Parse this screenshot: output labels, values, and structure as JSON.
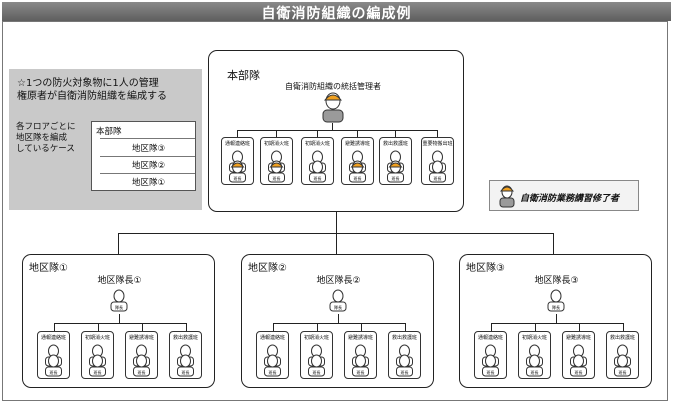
{
  "title": "自衛消防組織の編成例",
  "info": {
    "note_line1": "☆1つの防火対象物に1人の管理",
    "note_line2": "権原者が自衛消防組織を編成する",
    "case_line1": "各フロアごとに",
    "case_line2": "地区隊を編成",
    "case_line3": "しているケース",
    "rows": [
      "本部隊",
      "地区隊③",
      "地区隊②",
      "地区隊①"
    ]
  },
  "hq": {
    "label": "本部隊",
    "leader": "自衛消防組織の統括管理者",
    "units": [
      "通報連絡班",
      "初期消火班",
      "初期消火班",
      "避難誘導班",
      "救出救護班",
      "重要物搬出班"
    ],
    "badges": [
      "班長",
      "班長",
      "班長",
      "班長",
      "班長",
      "班長"
    ]
  },
  "legend": {
    "label": "自衛消防業務講習修了者"
  },
  "districts": [
    {
      "label": "地区隊①",
      "leader": "地区隊長①",
      "leader_badge": "隊長",
      "units": [
        "通報連絡班",
        "初期消火班",
        "避難誘導班",
        "救出救護班"
      ],
      "badge": "班長"
    },
    {
      "label": "地区隊②",
      "leader": "地区隊長②",
      "leader_badge": "隊長",
      "units": [
        "通報連絡班",
        "初期消火班",
        "避難誘導班",
        "救出救護班"
      ],
      "badge": "班長"
    },
    {
      "label": "地区隊③",
      "leader": "地区隊長③",
      "leader_badge": "隊長",
      "units": [
        "通報連絡班",
        "初期消火班",
        "避難誘導班",
        "救出救護班"
      ],
      "badge": "班長"
    }
  ],
  "colors": {
    "helmet": "#f0a020",
    "person": "#9a9a9a",
    "panel": "#c9c9c9"
  }
}
